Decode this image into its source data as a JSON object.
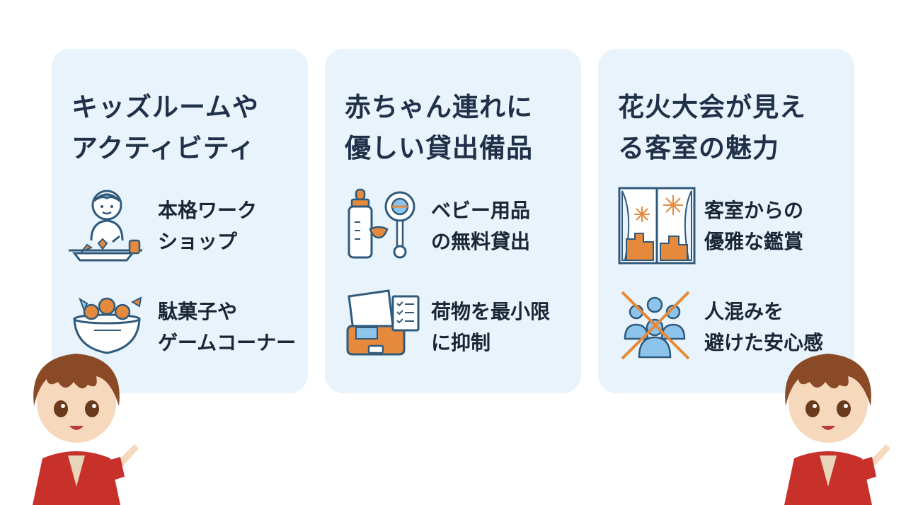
{
  "cards": [
    {
      "title_lines": [
        "キッズルームや",
        "アクティビティ"
      ],
      "items": [
        {
          "icon": "child-craft-icon",
          "lines": [
            "本格ワーク",
            "ショップ"
          ]
        },
        {
          "icon": "candy-bowl-icon",
          "lines": [
            "駄菓子や",
            "ゲームコーナー"
          ]
        }
      ]
    },
    {
      "title_lines": [
        "赤ちゃん連れに",
        "優しい貸出備品"
      ],
      "items": [
        {
          "icon": "baby-bottle-rattle-icon",
          "lines": [
            "ベビー用品",
            "の無料貸出"
          ]
        },
        {
          "icon": "suitcase-checklist-icon",
          "lines": [
            "荷物を最小限",
            "に抑制"
          ]
        }
      ]
    },
    {
      "title_lines": [
        "花火大会が見え",
        "る客室の魅力"
      ],
      "items": [
        {
          "icon": "window-fireworks-icon",
          "lines": [
            "客室からの",
            "優雅な鑑賞"
          ]
        },
        {
          "icon": "no-crowd-icon",
          "lines": [
            "人混みを",
            "避けた安心感"
          ]
        }
      ]
    }
  ],
  "colors": {
    "card_bg": "#e8f3fc",
    "title": "#1f3048",
    "icon_blue": "#2f5a7c",
    "icon_orange": "#e58a3c",
    "icon_light_blue": "#8cc4ec"
  },
  "mascots": [
    {
      "icon": "mascot-boy-pointing-icon",
      "side": "left"
    },
    {
      "icon": "mascot-boy-pointing-icon",
      "side": "right"
    }
  ]
}
